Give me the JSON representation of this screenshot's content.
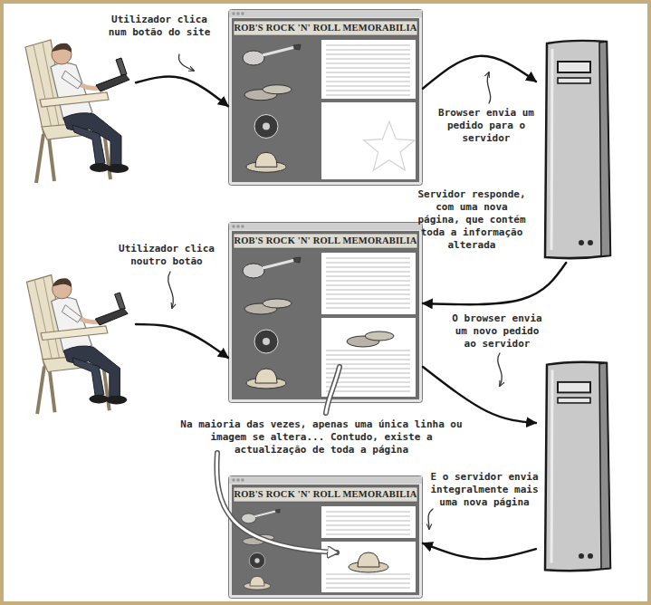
{
  "diagram": {
    "nodes": [
      {
        "text": []
      },
      {
        "text": [
          "ROB'S ROCK 'N' ROLL MEMORABILIA"
        ]
      },
      {
        "text": []
      },
      {
        "text": []
      },
      {
        "text": [
          "ROB'S ROCK 'N' ROLL MEMORABILIA"
        ]
      },
      {
        "text": []
      },
      {
        "text": [
          "ROB'S ROCK 'N' ROLL MEMORABILIA"
        ]
      }
    ],
    "edges": [
      {
        "from": 0,
        "to": 1,
        "arrow": "to",
        "label": "Utilizador clica num botão do site"
      },
      {
        "from": 1,
        "to": 2,
        "arrow": "to",
        "label": "Browser envia um pedido para o servidor"
      },
      {
        "from": 2,
        "to": 4,
        "arrow": "to",
        "label": "Servidor responde, com uma nova página, que contém toda a informação alterada"
      },
      {
        "from": 3,
        "to": 4,
        "arrow": "to",
        "label": "Utilizador clica noutro botão"
      },
      {
        "from": 4,
        "to": 5,
        "arrow": "to",
        "label": "O browser envia um novo pedido ao servidor"
      },
      {
        "from": 5,
        "to": 6,
        "arrow": "to",
        "label": "E o servidor envia integralmente mais uma nova página"
      }
    ],
    "labels": [
      "Na maioria das vezes, apenas uma única linha ou imagem se altera... Contudo, existe a actualização de toda a página"
    ]
  }
}
